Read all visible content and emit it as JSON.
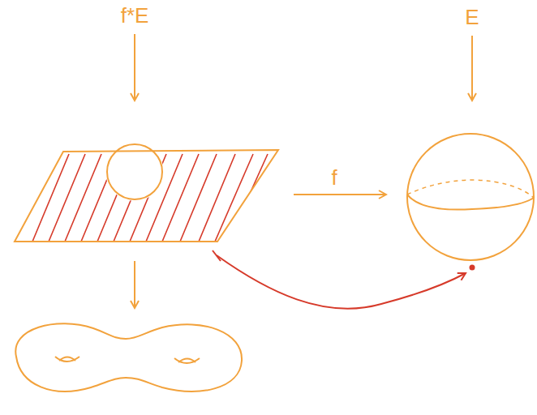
{
  "diagram": {
    "labels": [
      "f*E",
      "E",
      "f"
    ]
  }
}
